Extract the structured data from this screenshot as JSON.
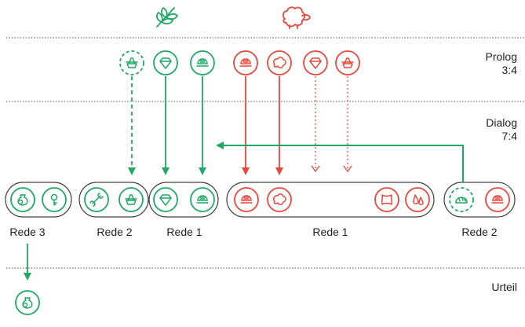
{
  "colors": {
    "green": "#1fa866",
    "red": "#e8473c",
    "line": "#555555",
    "text": "#222222"
  },
  "header_icons": [
    {
      "name": "wheat-icon",
      "team": "green"
    },
    {
      "name": "sheep-icon",
      "team": "red"
    }
  ],
  "sections": [
    {
      "name": "Prolog",
      "score": "3:4"
    },
    {
      "name": "Dialog",
      "score": "7:4"
    },
    {
      "name": "Urteil",
      "score": ""
    }
  ],
  "top_tokens": [
    {
      "icon": "basket-icon",
      "team": "green",
      "style": "dashed"
    },
    {
      "icon": "gem-icon",
      "team": "green",
      "style": "solid"
    },
    {
      "icon": "bread-icon",
      "team": "green",
      "style": "solid"
    },
    {
      "icon": "bread-icon",
      "team": "red",
      "style": "solid"
    },
    {
      "icon": "wool-icon",
      "team": "red",
      "style": "solid"
    },
    {
      "icon": "gem-icon",
      "team": "red",
      "style": "solid"
    },
    {
      "icon": "basket-icon",
      "team": "red",
      "style": "solid"
    }
  ],
  "groups": [
    {
      "label": "Rede 3",
      "tokens": [
        {
          "icon": "sack-icon",
          "team": "green"
        },
        {
          "icon": "key-icon",
          "team": "green"
        }
      ]
    },
    {
      "label": "Rede 2",
      "tokens": [
        {
          "icon": "bone-icon",
          "team": "green"
        },
        {
          "icon": "basket-icon",
          "team": "green"
        }
      ]
    },
    {
      "label": "Rede 1",
      "tokens": [
        {
          "icon": "gem-icon",
          "team": "green"
        },
        {
          "icon": "bread-icon",
          "team": "green"
        }
      ]
    },
    {
      "label": "Rede 1",
      "tokens": [
        {
          "icon": "bread-icon",
          "team": "red"
        },
        {
          "icon": "wool-icon",
          "team": "red"
        },
        {
          "icon": "hide-icon",
          "team": "red"
        },
        {
          "icon": "drops-icon",
          "team": "red"
        }
      ]
    },
    {
      "label": "Rede 2",
      "tokens": [
        {
          "icon": "loaf-icon",
          "team": "green",
          "style": "dashed"
        },
        {
          "icon": "bread-icon",
          "team": "red"
        }
      ]
    }
  ],
  "result_token": {
    "icon": "sack-icon",
    "team": "green"
  }
}
